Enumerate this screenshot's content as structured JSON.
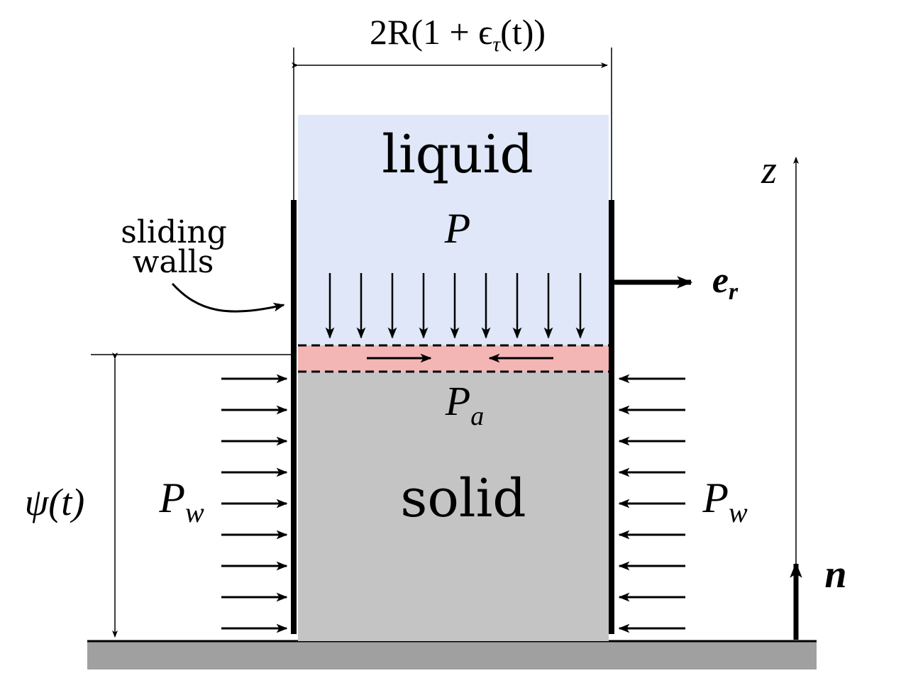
{
  "labels": {
    "width_label": "2R(1 + ϵ",
    "width_sub": "τ",
    "width_tail": "(t))",
    "liquid": "liquid",
    "solid": "solid",
    "sliding_walls_line1": "sliding",
    "sliding_walls_line2": "walls",
    "pressure_liquid": "P",
    "pressure_interface": "P",
    "pressure_interface_sub": "a",
    "pressure_wall_left": "P",
    "pressure_wall_left_sub": "w",
    "pressure_wall_right": "P",
    "pressure_wall_right_sub": "w",
    "height_label": "ψ(t)",
    "z_axis": "z",
    "radial_vector": "e",
    "radial_vector_sub": "r",
    "normal_vector": "n"
  },
  "colors": {
    "liquid": "#dfe7f9",
    "premelt_layer": "#f4b6b4",
    "solid": "#c4c4c4",
    "ground": "#a0a0a0",
    "ink": "#000000"
  }
}
